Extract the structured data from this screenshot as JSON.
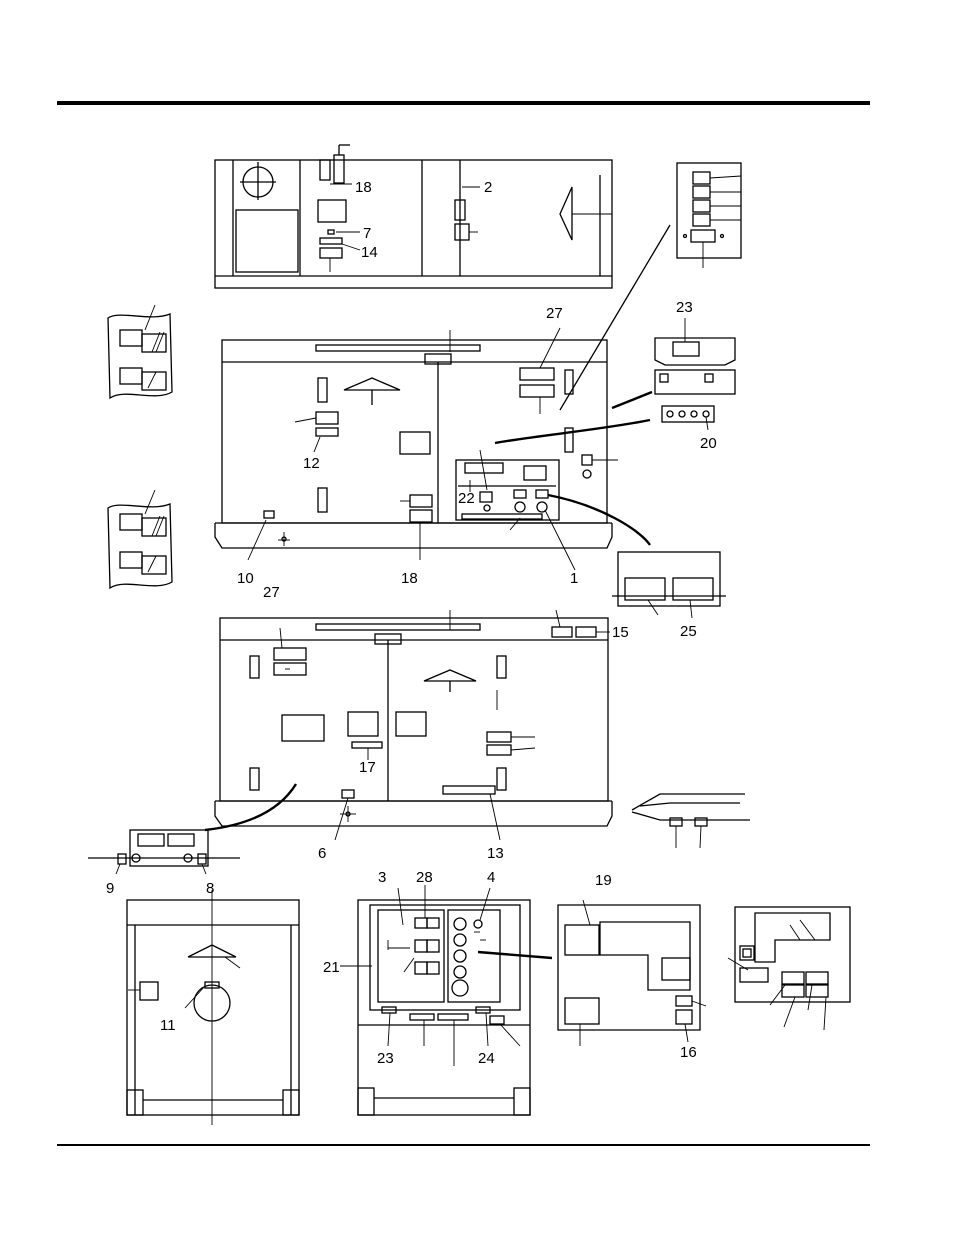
{
  "diagram": {
    "callouts": [
      "18",
      "2",
      "7",
      "14",
      "27",
      "23",
      "12",
      "20",
      "22",
      "10",
      "18",
      "1",
      "27",
      "15",
      "25",
      "17",
      "6",
      "13",
      "9",
      "8",
      "3",
      "28",
      "4",
      "19",
      "21",
      "11",
      "23",
      "24",
      "16"
    ]
  },
  "colors": {
    "ink": "#000000",
    "paper": "#ffffff"
  }
}
